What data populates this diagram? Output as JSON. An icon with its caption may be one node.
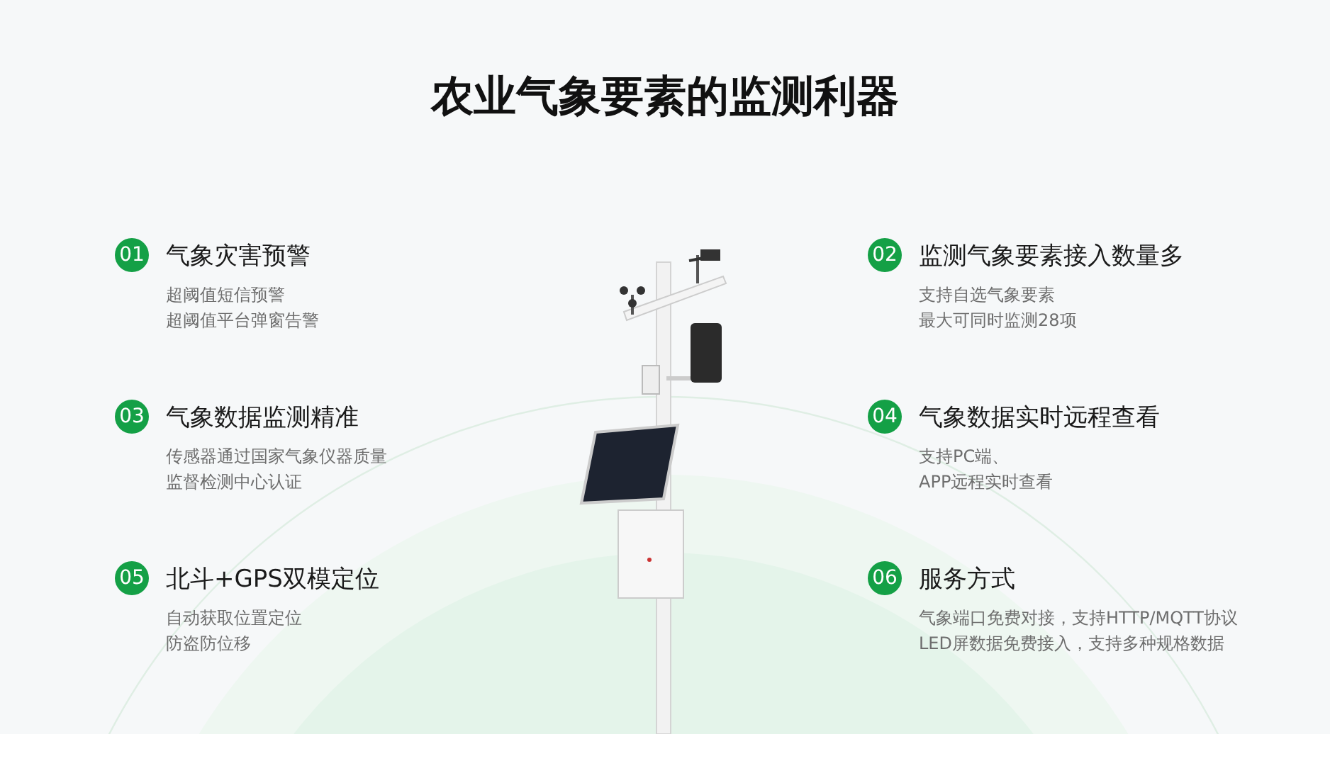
{
  "diagram": {
    "title": "农业气象要素的监测利器",
    "labels": [
      "01",
      "气象灾害预警",
      "超阈值短信预警",
      "超阈值平台弹窗告警",
      "02",
      "监测气象要素接入数量多",
      "支持自选气象要素",
      "最大可同时监测28项",
      "03",
      "气象数据监测精准",
      "传感器通过国家气象仪器质量",
      "监督检测中心认证",
      "04",
      "气象数据实时远程查看",
      "支持PC端、",
      "APP远程实时查看",
      "05",
      "北斗+GPS双模定位",
      "自动获取位置定位",
      "防盗防位移",
      "06",
      "服务方式",
      "气象端口免费对接，支持HTTP/MQTT协议",
      "LED屏数据免费接入，支持多种规格数据"
    ]
  }
}
